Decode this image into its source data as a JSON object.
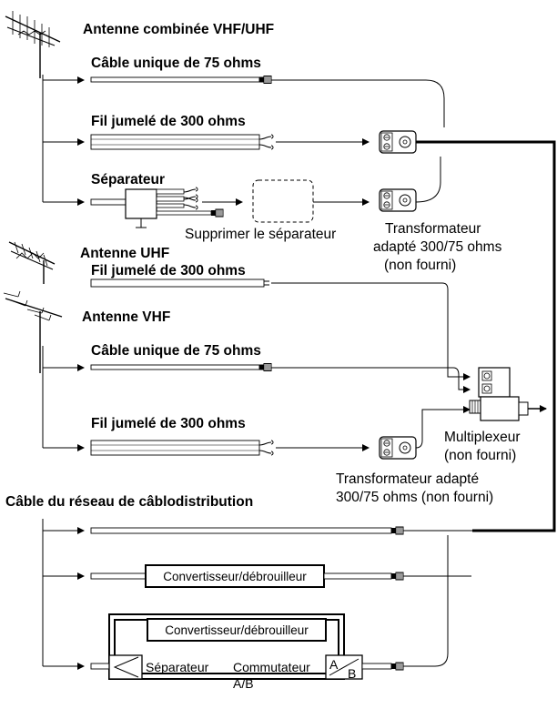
{
  "labels": {
    "combined_antenna": "Antenne combinée VHF/UHF",
    "coax_75_a": "Câble unique de 75 ohms",
    "twin_300_a": "Fil jumelé de 300 ohms",
    "splitter_title": "Séparateur",
    "remove_splitter": "Supprimer le séparateur",
    "transformer_1_l1": "Transformateur",
    "transformer_1_l2": "adapté 300/75 ohms",
    "transformer_1_l3": "(non fourni)",
    "uhf_antenna": "Antenne UHF",
    "twin_300_uhf": "Fil jumelé de 300 ohms",
    "vhf_antenna": "Antenne VHF",
    "coax_75_vhf": "Câble unique de 75 ohms",
    "twin_300_vhf": "Fil jumelé de 300 ohms",
    "multiplexer_l1": "Multiplexeur",
    "multiplexer_l2": "(non fourni)",
    "transformer_2_l1": "Transformateur adapté",
    "transformer_2_l2": "300/75 ohms (non fourni)",
    "cable_network": "Câble du réseau de câblodistribution",
    "converter_1": "Convertisseur/débrouilleur",
    "converter_2": "Convertisseur/débrouilleur",
    "splitter_2": "Séparateur",
    "ab_switch_l1": "Commutateur",
    "ab_switch_l2": "A/B",
    "ab_a": "A",
    "ab_b": "B"
  }
}
